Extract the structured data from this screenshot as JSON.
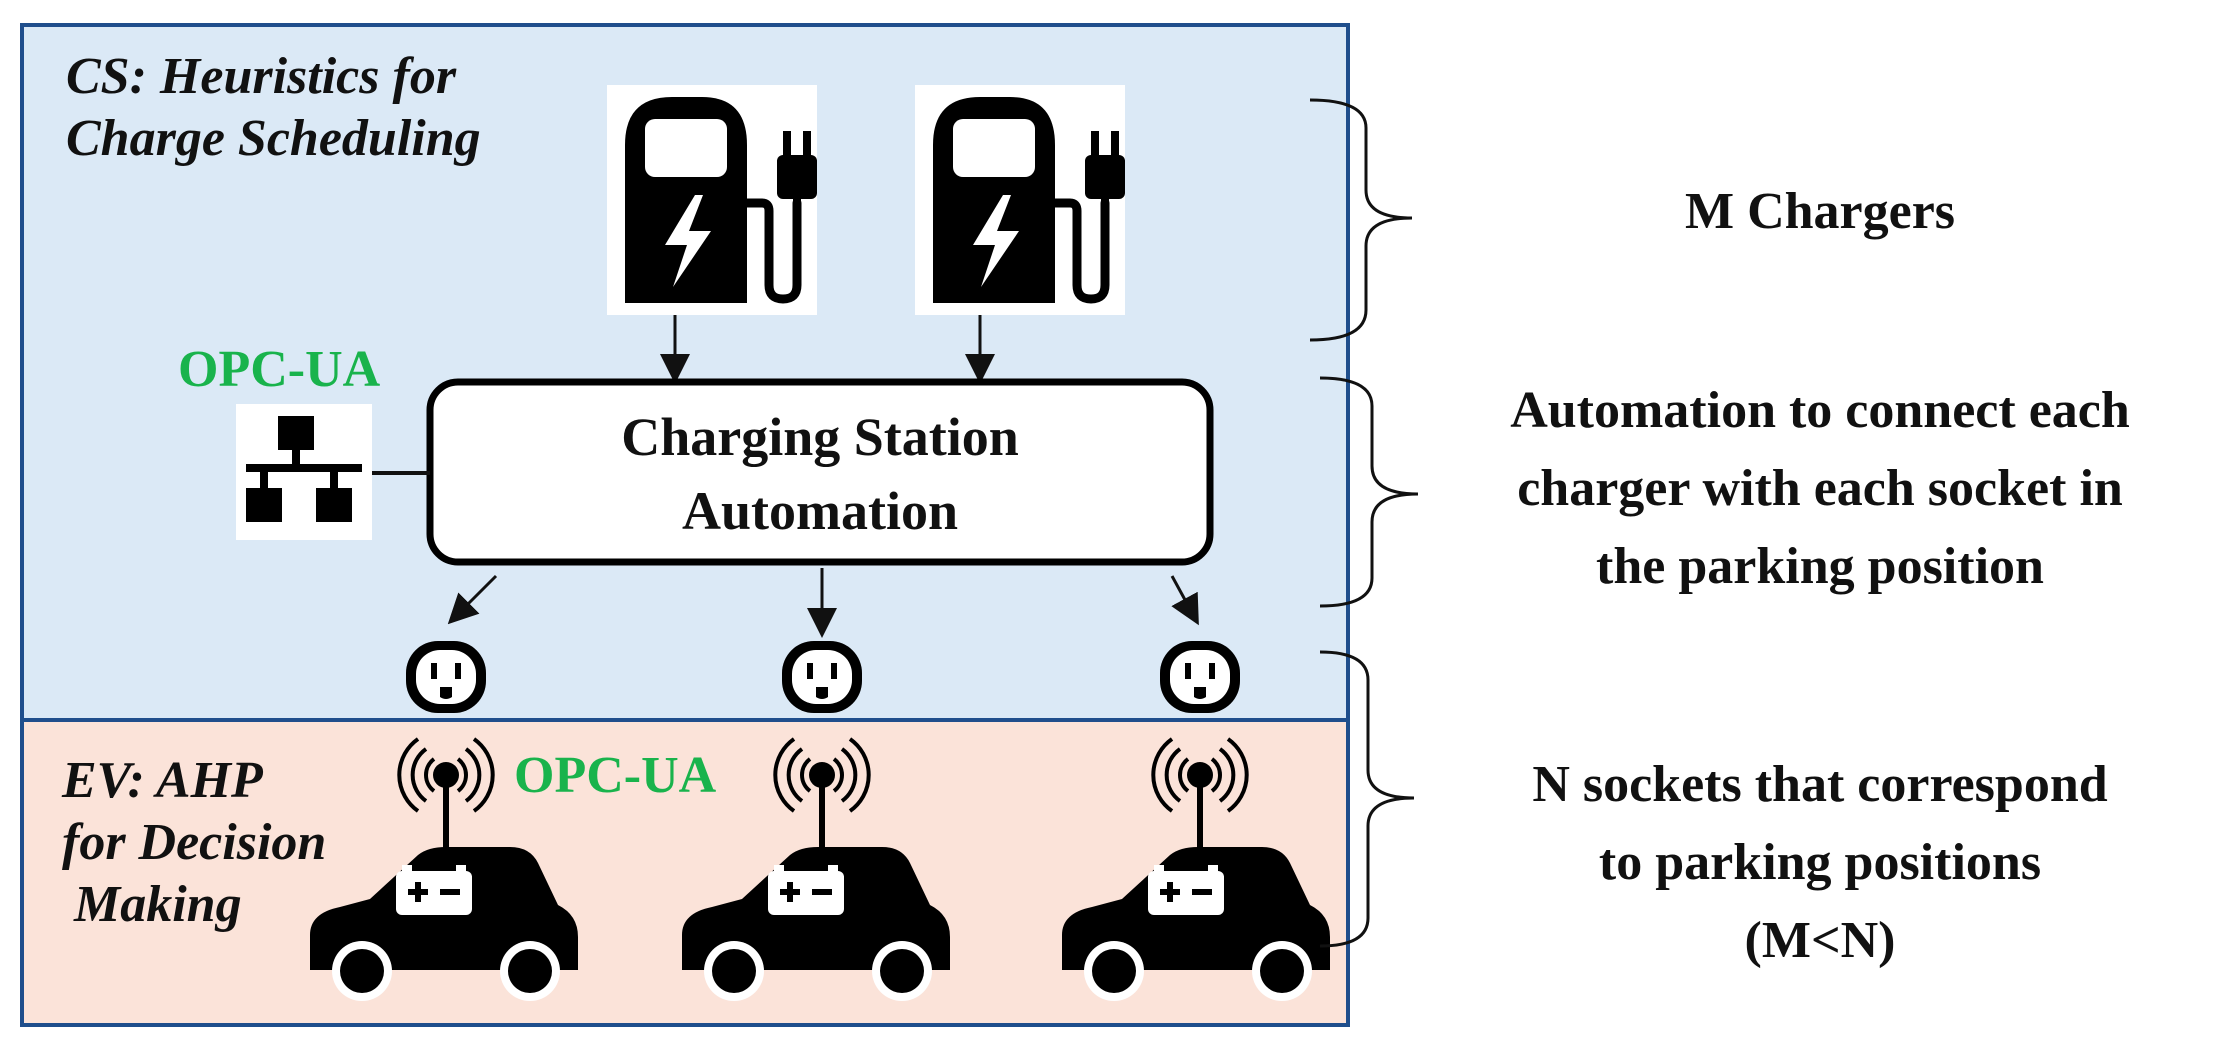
{
  "cs_region": {
    "title_line1": "CS: Heuristics for",
    "title_line2": "Charge Scheduling",
    "fill": "#dbe9f6",
    "border": "#1f4e8c"
  },
  "ev_region": {
    "title_line1": "EV: AHP",
    "title_line2": "for Decision",
    "title_line3": "Making",
    "fill": "#fbe3d9",
    "border": "#1f4e8c"
  },
  "automation_box": {
    "line1": "Charging Station",
    "line2": "Automation"
  },
  "protocol_labels": {
    "cs": "OPC-UA",
    "ev": "OPC-UA",
    "color": "#19b34c"
  },
  "right_labels": {
    "chargers": "M Chargers",
    "automation_line1": "Automation to connect each",
    "automation_line2": "charger with each socket in",
    "automation_line3": "the parking position",
    "sockets_line1": "N sockets that correspond",
    "sockets_line2": "to parking positions",
    "sockets_line3": "(M<N)"
  },
  "icons": {
    "charger": "ev-charger-icon",
    "network": "network-icon",
    "socket": "power-socket-icon",
    "antenna": "wireless-antenna-icon",
    "car": "electric-car-icon"
  }
}
